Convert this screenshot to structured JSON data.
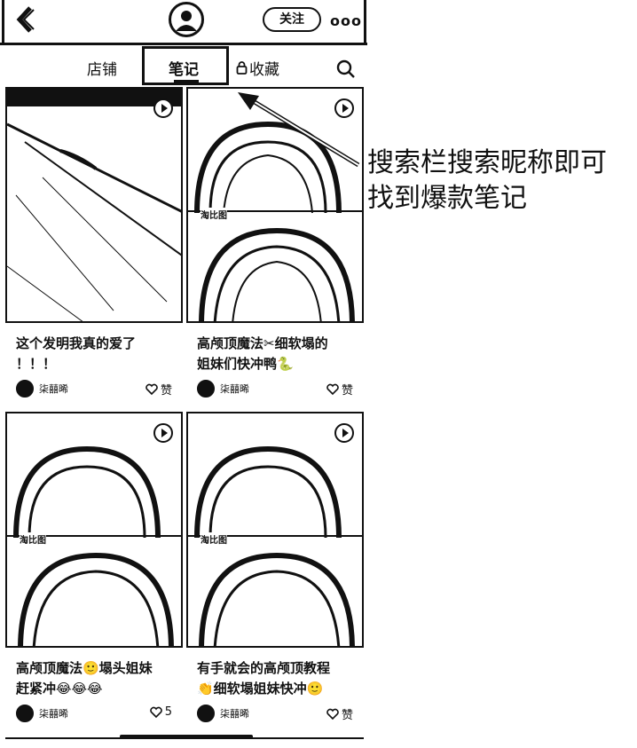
{
  "header": {
    "follow_label": "关注",
    "more_label": "ooo"
  },
  "tabs": {
    "store": "店铺",
    "notes": "笔记",
    "favorites": "收藏"
  },
  "notes": [
    {
      "title_line1": "这个发明我真的爱了",
      "title_line2": "！！！",
      "author": "柒囍晞",
      "like": "赞"
    },
    {
      "title_line1": "高颅顶魔法✂细软塌的",
      "title_line2": "姐妹们快冲鸭🐍",
      "author": "柒囍晞",
      "like": "赞",
      "watermark": "淘比图"
    },
    {
      "title_line1": "高颅顶魔法🙂塌头姐妹",
      "title_line2": "赶紧冲😂😂😂",
      "author": "柒囍晞",
      "like": "5",
      "watermark": "淘比图"
    },
    {
      "title_line1": "有手就会的高颅顶教程",
      "title_line2": "👏细软塌姐妹快冲🙂",
      "author": "柒囍晞",
      "like": "赞",
      "watermark": "淘比图"
    }
  ],
  "annotation": {
    "line1": "搜索栏搜索昵称即可",
    "line2": "找到爆款笔记"
  },
  "icons": {
    "back": "chevron-left-icon",
    "search": "search-icon",
    "lock": "lock-icon",
    "heart": "heart-icon",
    "play": "play-icon"
  }
}
